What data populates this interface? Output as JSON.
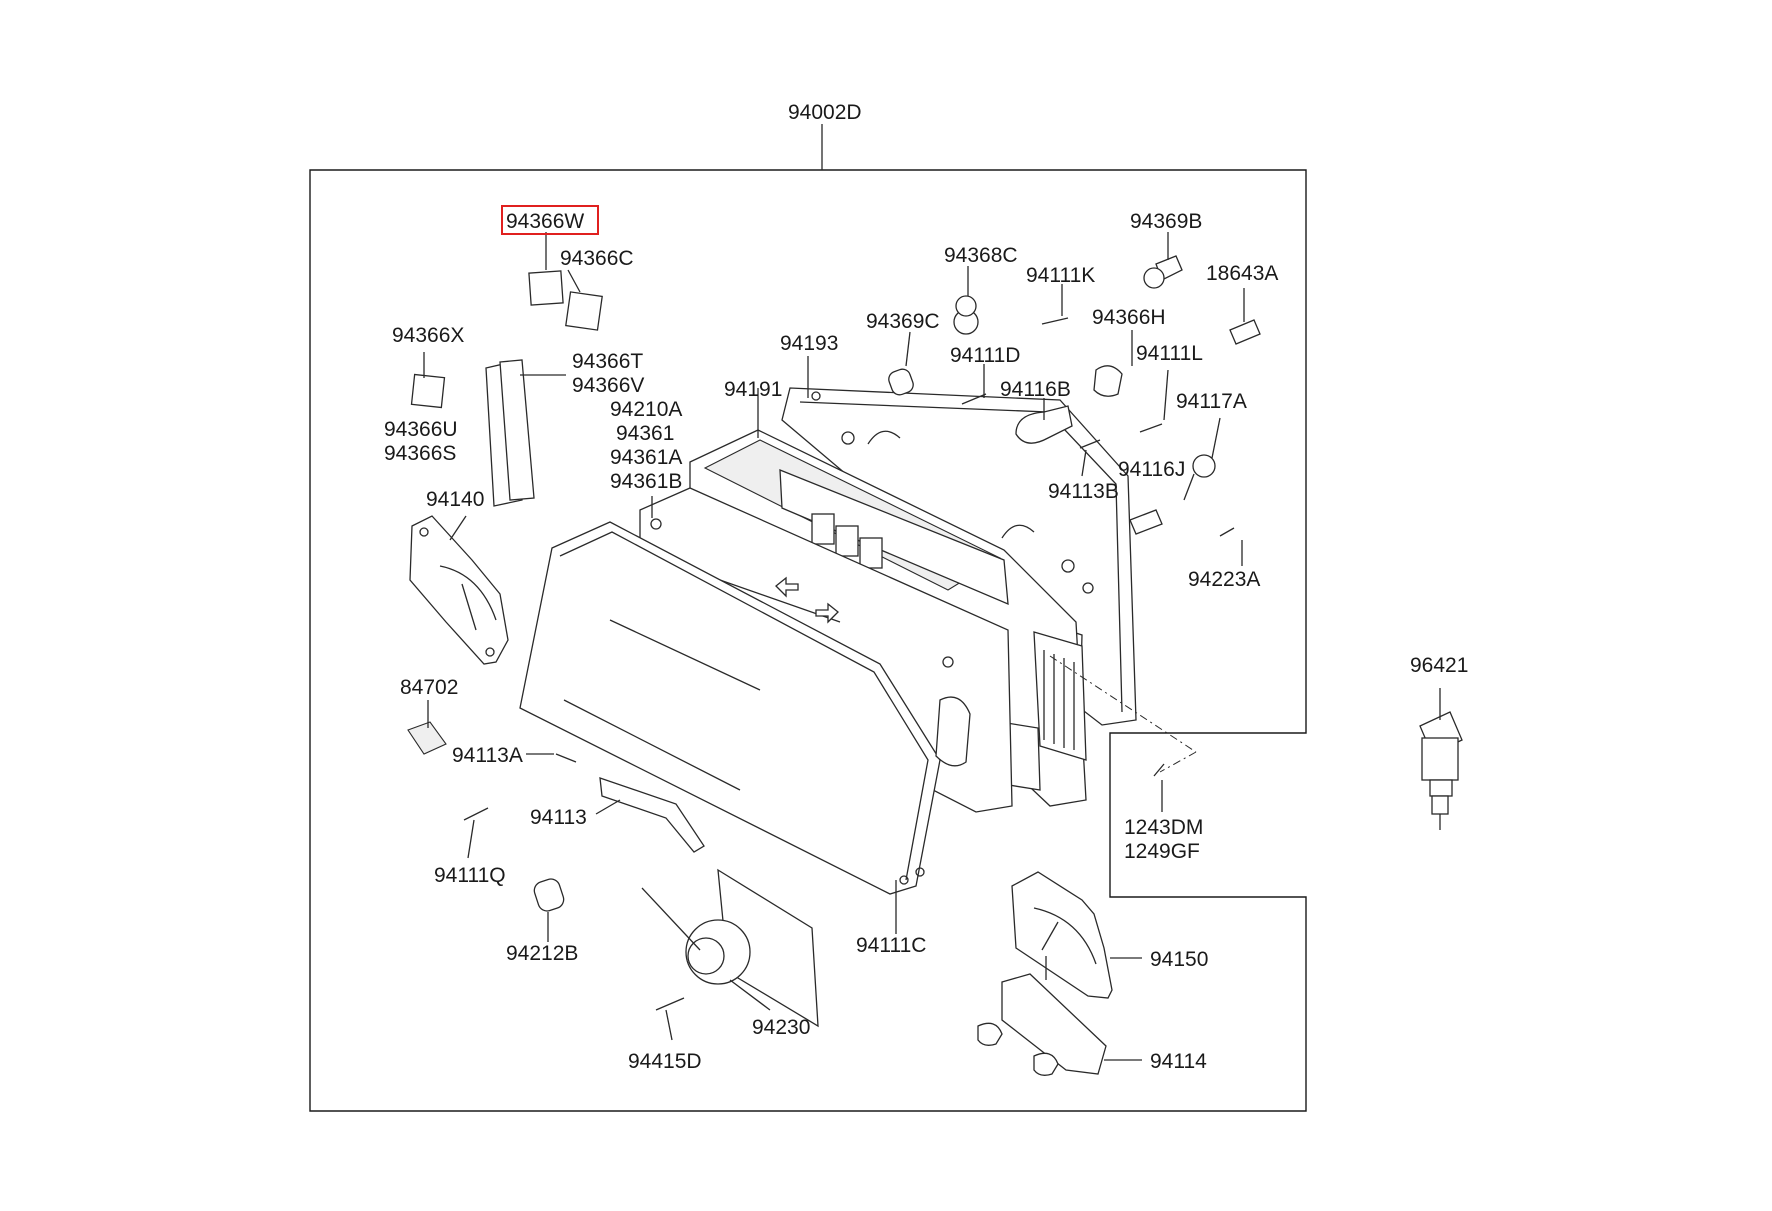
{
  "assembly_label": "94002D",
  "highlight_color": "#e0201f",
  "callouts": {
    "c94366W": "94366W",
    "c94366C": "94366C",
    "c94366X": "94366X",
    "c94366T": "94366T",
    "c94366V": "94366V",
    "c94366U": "94366U",
    "c94366S": "94366S",
    "c94140": "94140",
    "c84702": "84702",
    "c94113A": "94113A",
    "c94113": "94113",
    "c94111Q": "94111Q",
    "c94212B": "94212B",
    "c94415D": "94415D",
    "c94230": "94230",
    "c94111C": "94111C",
    "c94210A": "94210A",
    "c94361": "94361",
    "c94361A": "94361A",
    "c94361B": "94361B",
    "c94191": "94191",
    "c94193": "94193",
    "c94369C": "94369C",
    "c94368C": "94368C",
    "c94111K": "94111K",
    "c94111D": "94111D",
    "c94116B": "94116B",
    "c94369B": "94369B",
    "c18643A": "18643A",
    "c94366H": "94366H",
    "c94111L": "94111L",
    "c94117A": "94117A",
    "c94113B": "94113B",
    "c94116J": "94116J",
    "c94223A": "94223A",
    "c1243DM": "1243DM",
    "c1249GF": "1249GF",
    "c94150": "94150",
    "c94114": "94114",
    "c96421": "96421"
  }
}
